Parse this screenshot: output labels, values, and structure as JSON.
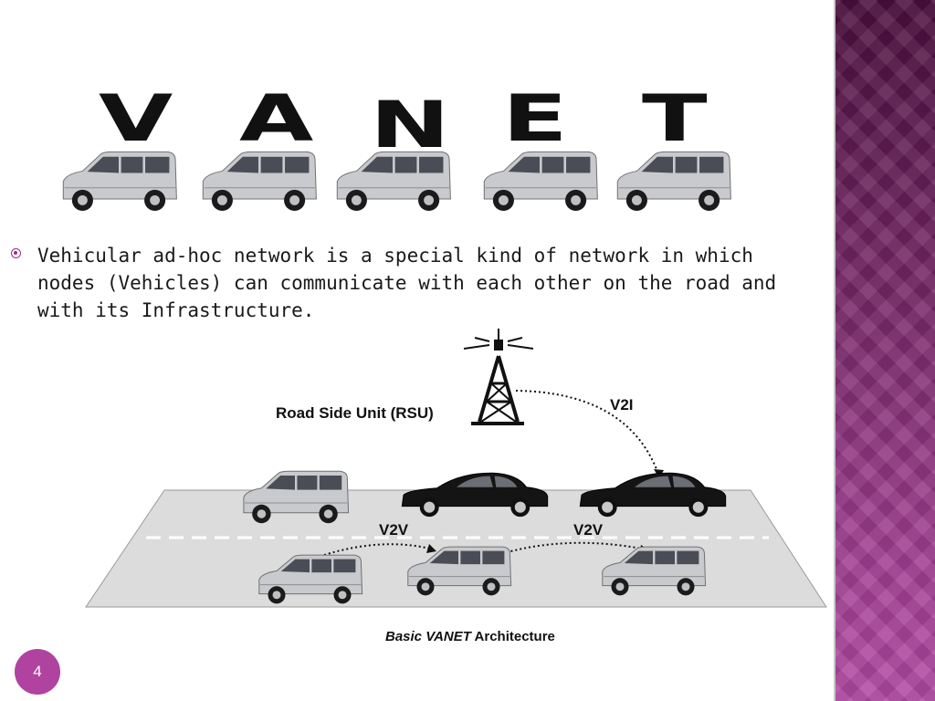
{
  "title_letters": [
    "V",
    "A",
    "N",
    "E",
    "T"
  ],
  "bullet": {
    "text": "Vehicular ad-hoc network is a special kind of network in which nodes (Vehicles) can communicate with each other on the road and with its Infrastructure."
  },
  "diagram": {
    "rsu_label": "Road Side Unit (RSU)",
    "v2i_label": "V2I",
    "v2v_label_left": "V2V",
    "v2v_label_right": "V2V"
  },
  "caption": {
    "italic_part": "Basic VANET",
    "regular_part": " Architecture"
  },
  "page_number": "4",
  "colors": {
    "accent": "#b0439f",
    "panel_dark": "#4a0f3e",
    "van_body": "#c9cace",
    "car_body": "#141414"
  }
}
